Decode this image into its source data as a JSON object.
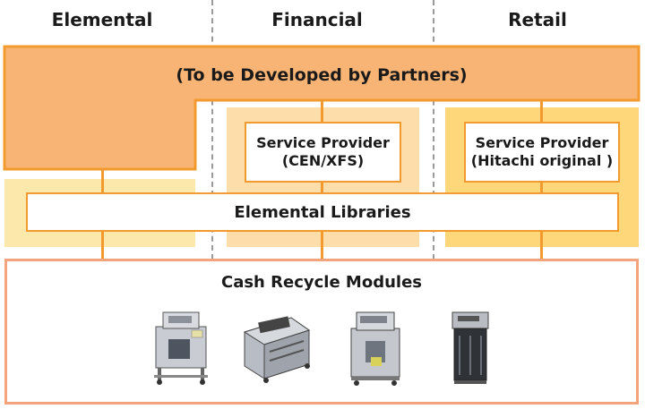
{
  "columns": [
    {
      "label": "Elemental"
    },
    {
      "label": "Financial"
    },
    {
      "label": "Retail"
    }
  ],
  "partners_box": {
    "label": "(To be Developed by Partners)"
  },
  "service_providers": [
    {
      "line1": "Service Provider",
      "line2": "(CEN/XFS)"
    },
    {
      "line1": "Service Provider",
      "line2": "(Hitachi original )"
    }
  ],
  "libraries": {
    "label": "Elemental Libraries"
  },
  "modules": {
    "label": "Cash Recycle Modules",
    "items": [
      {
        "icon": "cash-module-1-icon"
      },
      {
        "icon": "cash-module-2-icon"
      },
      {
        "icon": "cash-module-3-icon"
      },
      {
        "icon": "cash-module-4-icon"
      }
    ]
  },
  "colors": {
    "orange_dark": "#f29a2e",
    "orange_fill": "#f8b474",
    "light_yellow": "#fde8ab",
    "light_peach": "#fdddaa",
    "gold_fill": "#fdd77a",
    "module_border": "#f4a47c"
  }
}
